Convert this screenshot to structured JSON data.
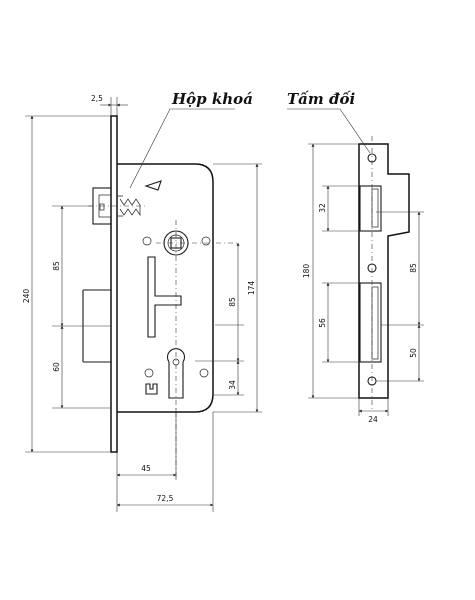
{
  "labels": {
    "lock_body": "Hộp khoá",
    "strike_plate": "Tấm đối"
  },
  "dimensions": {
    "faceplate_thickness": "2,5",
    "overall_height": "240",
    "latch_to_handle": "85",
    "handle_to_cylinder_left": "60",
    "case_height": "174",
    "handle_to_cylinder_right": "85",
    "cylinder_to_bottom": "34",
    "backset": "45",
    "case_depth": "72,5",
    "strike_height": "180",
    "latch_opening": "32",
    "strike_hole_spacing": "85",
    "bolt_opening": "56",
    "bolt_to_hole": "50",
    "strike_width": "24"
  }
}
